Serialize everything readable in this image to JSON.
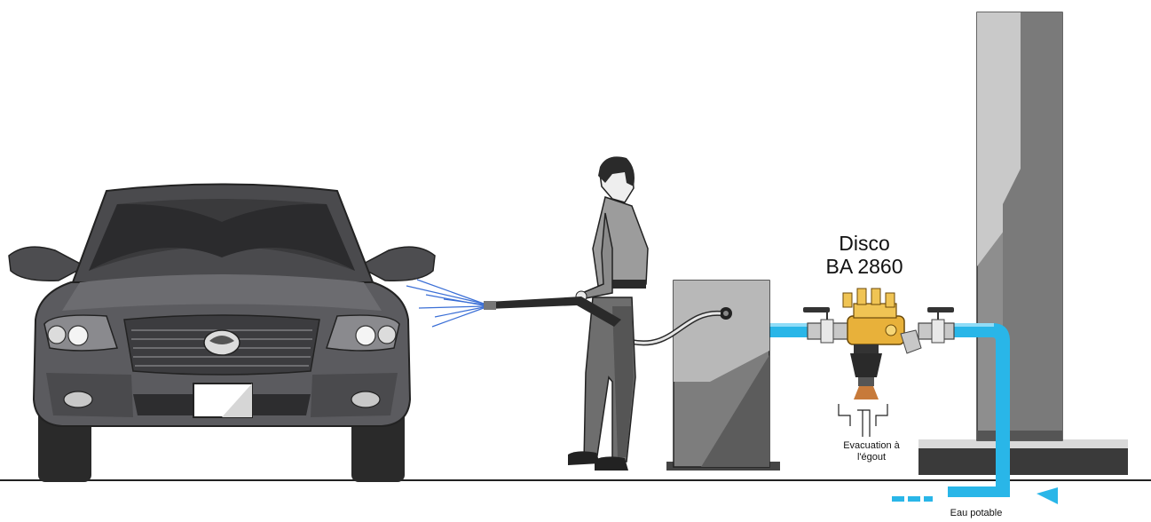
{
  "device": {
    "name_line1": "Disco",
    "name_line2": "BA 2860"
  },
  "labels": {
    "drain_line1": "Evacuation à",
    "drain_line2": "l'égout",
    "potable_water": "Eau potable"
  },
  "colors": {
    "water_pipe": "#29b6e8",
    "valve_brass": "#e8b13a",
    "car_body": "#5b5b5f",
    "wall": "#8c8c8c"
  },
  "icons": [
    "car-illustration",
    "person-illustration",
    "wash-unit-illustration",
    "backflow-preventer-icon",
    "water-flow-arrow-icon"
  ]
}
